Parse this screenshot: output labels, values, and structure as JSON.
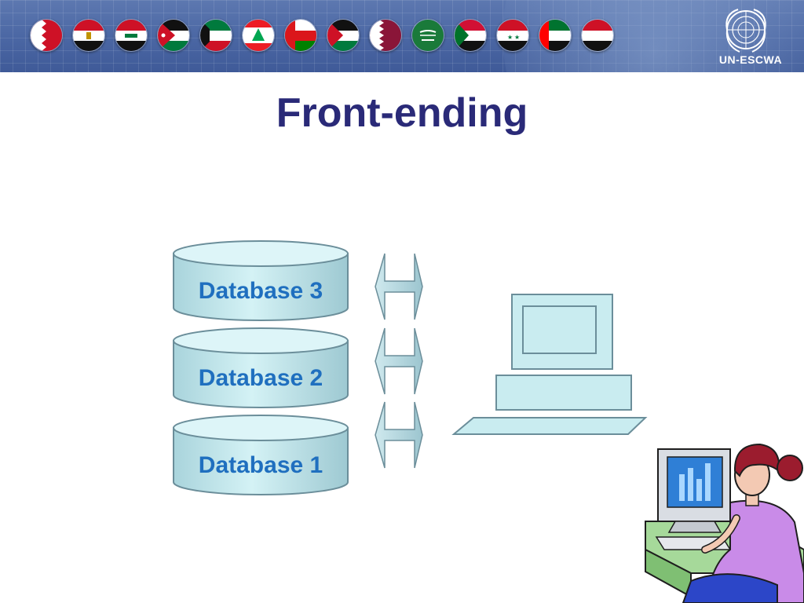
{
  "header": {
    "flag_icons": [
      "bahrain-flag-icon",
      "egypt-flag-icon",
      "iraq-flag-icon",
      "jordan-flag-icon",
      "kuwait-flag-icon",
      "lebanon-flag-icon",
      "oman-flag-icon",
      "palestine-flag-icon",
      "qatar-flag-icon",
      "saudi-arabia-flag-icon",
      "sudan-flag-icon",
      "syria-flag-icon",
      "uae-flag-icon",
      "yemen-flag-icon"
    ],
    "logo_label": "UN-ESCWA",
    "logo_icon": "un-emblem-icon"
  },
  "slide": {
    "title": "Front-ending"
  },
  "diagram": {
    "databases": [
      {
        "label": "Database 3"
      },
      {
        "label": "Database 2"
      },
      {
        "label": "Database 1"
      }
    ],
    "connectors": [
      "double-arrow-icon",
      "double-arrow-icon",
      "double-arrow-icon"
    ],
    "terminal_icon": "computer-terminal-icon",
    "clipart_icon": "woman-at-computer-icon",
    "colors": {
      "cylinder_fill": "#c9ecf0",
      "cylinder_stroke": "#6b8e9a",
      "label_text": "#1f6fbf",
      "title_text": "#2a2a78",
      "banner": "#4a66a3"
    }
  }
}
